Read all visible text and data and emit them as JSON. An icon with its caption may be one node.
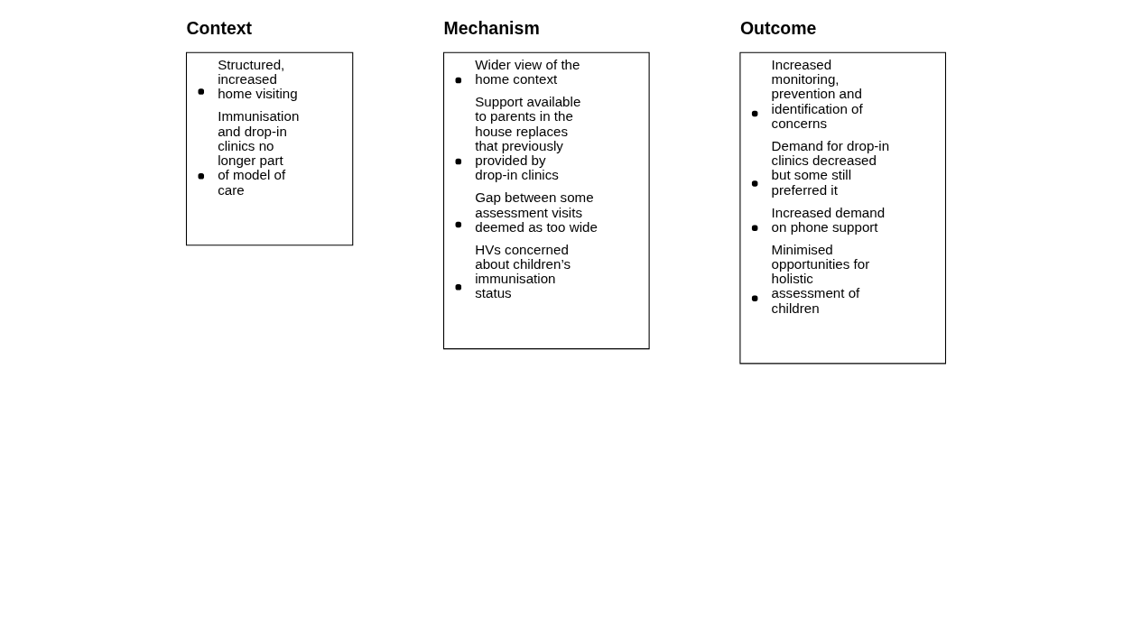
{
  "diagram": {
    "nodes": [
      {
        "text": [
          "Context",
          "Structured, increased home visiting",
          "Immunisation and drop-in clinics no longer part of model of care"
        ]
      },
      {
        "text": [
          "Mechanism",
          "Wider view of the home context",
          "Support available to parents in the house replaces that previously provided by drop-in clinics",
          "Gap between some assessment visits deemed as too wide",
          "HVs concerned about children’s immunisation status"
        ]
      },
      {
        "text": [
          "Outcome",
          "Increased monitoring, prevention and identification of concerns",
          "Demand for drop-in clinics decreased but some still preferred it",
          "Increased demand on phone support",
          "Minimised opportunities for holistic assessment of children"
        ]
      }
    ]
  }
}
